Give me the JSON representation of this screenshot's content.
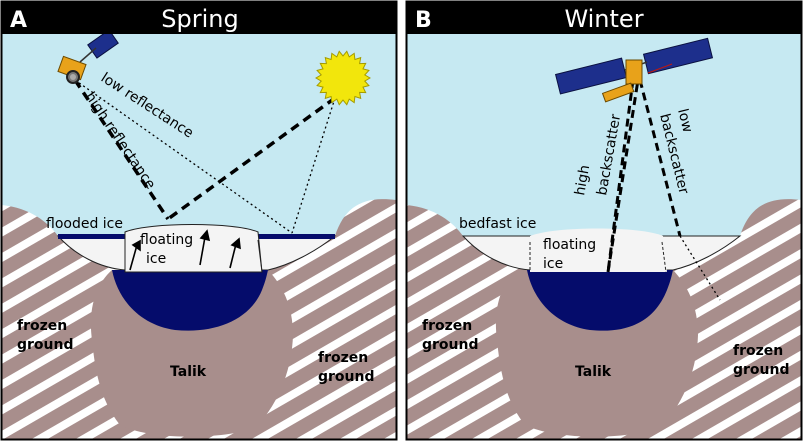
{
  "panels": [
    {
      "letter": "A",
      "title": "Spring",
      "labels": {
        "flooded_ice": "flooded ice",
        "floating_ice_1": "floating",
        "floating_ice_2": "ice",
        "high_reflectance": "high reflectance",
        "low_reflectance": "low reflectance",
        "frozen_ground_left_1": "frozen",
        "frozen_ground_left_2": "ground",
        "frozen_ground_right_1": "frozen",
        "frozen_ground_right_2": "ground",
        "talik": "Talik"
      }
    },
    {
      "letter": "B",
      "title": "Winter",
      "labels": {
        "bedfast_ice": "bedfast ice",
        "floating_ice_1": "floating",
        "floating_ice_2": "ice",
        "high_backscatter_1": "high",
        "high_backscatter_2": "backscatter",
        "low_backscatter_1": "low",
        "low_backscatter_2": "backscatter",
        "frozen_ground_left_1": "frozen",
        "frozen_ground_left_2": "ground",
        "frozen_ground_right_1": "frozen",
        "frozen_ground_right_2": "ground",
        "talik": "Talik"
      }
    }
  ],
  "colors": {
    "sky": "#c6e9f2",
    "ground": "#a88e8c",
    "hatch": "#ffffff",
    "water": "#050c6b",
    "ice": "#f4f4f4",
    "sun": "#f2e60c",
    "header": "#000000",
    "header_text": "#ffffff",
    "solar_panel": "#1d2f8c",
    "satellite_body": "#e8a21a"
  },
  "icons": [
    "optical-satellite-icon",
    "sun-icon",
    "radar-satellite-icon"
  ]
}
